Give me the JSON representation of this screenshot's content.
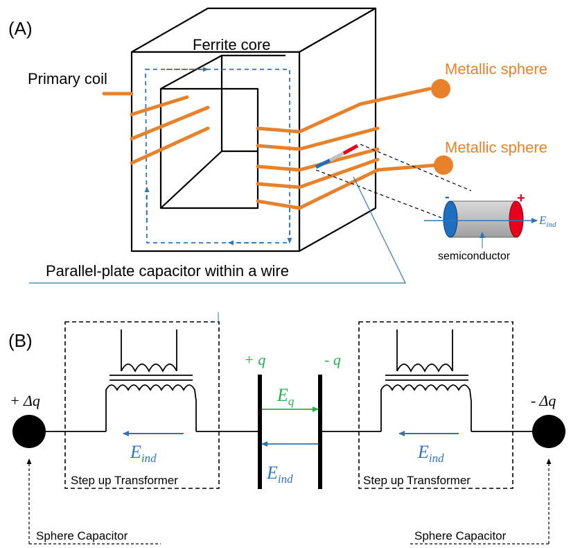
{
  "panel_a": {
    "label": "(A)",
    "core_label": "Ferrite core",
    "primary_label": "Primary coil",
    "sphere_label_1": "Metallic sphere",
    "sphere_label_2": "Metallic sphere",
    "capacitor_label": "Parallel-plate  capacitor within a wire",
    "semiconductor_label": "semiconductor",
    "inset_minus": "-",
    "inset_plus": "+",
    "inset_field_E": "E",
    "inset_field_sub": "ind"
  },
  "panel_b": {
    "label": "(B)",
    "left_charge": "+ Δq",
    "right_charge": "- Δq",
    "plate_left_charge": "+ q",
    "plate_right_charge": "- q",
    "field_q_E": "E",
    "field_q_sub": "q",
    "field_ind_E": "E",
    "field_ind_sub": "ind",
    "transformer_left_label": "Step up Transformer",
    "transformer_right_label": "Step up Transformer",
    "sphere_cap_left": "Sphere  Capacitor",
    "sphere_cap_right": "Sphere  Capacitor"
  },
  "colors": {
    "coil": "#E8822A",
    "field": "#2E75B6",
    "charge_green": "#22B14C",
    "minus_blue": "#1F6FC0",
    "plus_red": "#E8001C"
  }
}
